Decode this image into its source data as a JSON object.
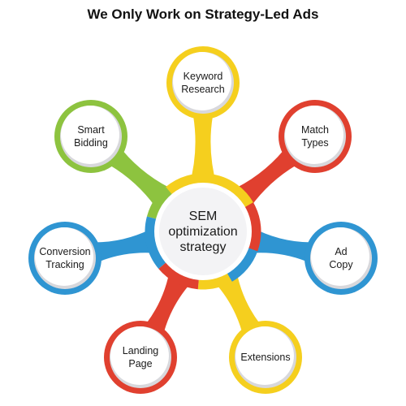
{
  "title": "We Only Work on Strategy-Led Ads",
  "colors": {
    "yellow": "#F5CF1E",
    "red": "#E0402F",
    "green": "#8DC33F",
    "blue": "#2F95D2",
    "inner_fill": "#F3F3F5",
    "node_shadow": "#D8D8DC"
  },
  "center": {
    "lines": [
      "SEM",
      "optimization",
      "strategy"
    ]
  },
  "nodes": [
    {
      "id": "keyword-research",
      "lines": [
        "Keyword",
        "Research"
      ],
      "color": "yellow"
    },
    {
      "id": "match-types",
      "lines": [
        "Match",
        "Types"
      ],
      "color": "red"
    },
    {
      "id": "ad-copy",
      "lines": [
        "Ad",
        "Copy"
      ],
      "color": "blue"
    },
    {
      "id": "extensions",
      "lines": [
        "Extensions"
      ],
      "color": "yellow"
    },
    {
      "id": "landing-page",
      "lines": [
        "Landing",
        "Page"
      ],
      "color": "red"
    },
    {
      "id": "conversion-tracking",
      "lines": [
        "Conversion",
        "Tracking"
      ],
      "color": "blue"
    },
    {
      "id": "smart-bidding",
      "lines": [
        "Smart",
        "Bidding"
      ],
      "color": "green"
    }
  ]
}
